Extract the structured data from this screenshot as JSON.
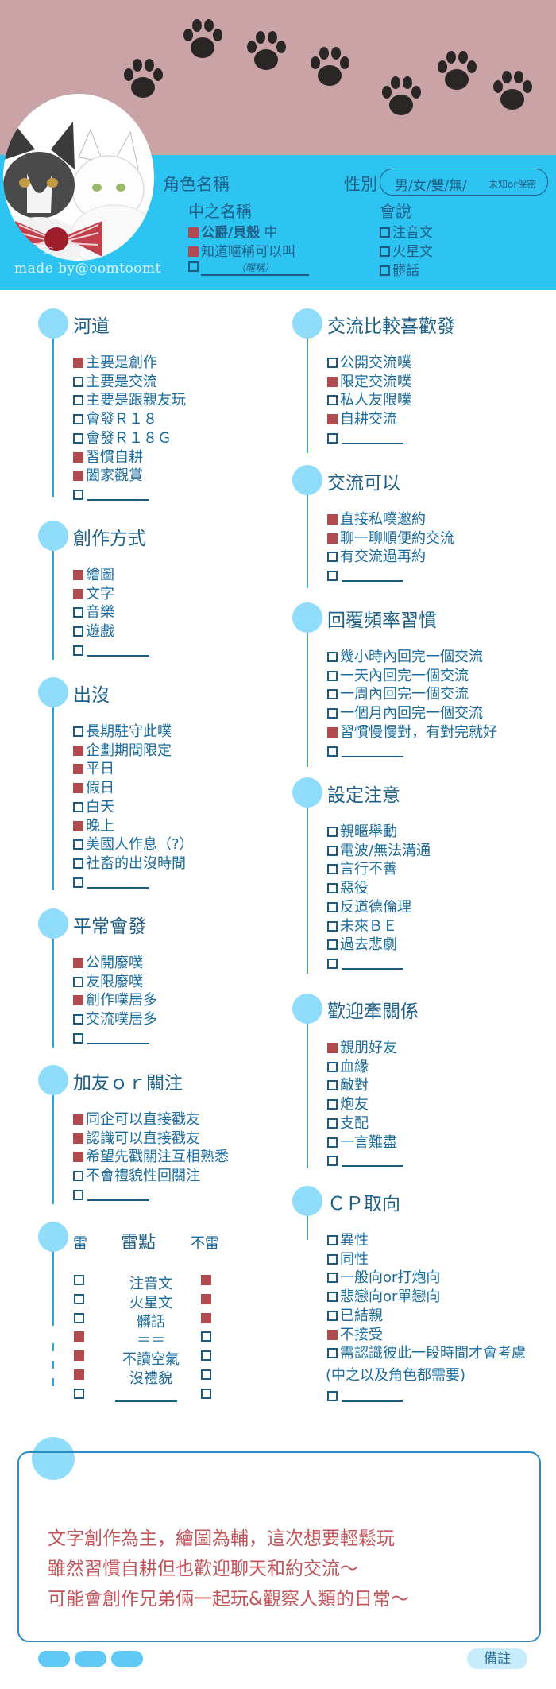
{
  "header": {
    "role_name_label": "角色名稱",
    "gender_label": "性別",
    "gender_options": "男/女/雙/無/",
    "gender_extra": "未知or保密",
    "nickname_label": "中之名稱",
    "nickname_opt1_bold": "公爵/貝殼",
    "nickname_opt1_suffix": "中",
    "nickname_opt2": "知道暱稱可以叫",
    "nickname_opt3_hint": "（暱稱）",
    "speak_label": "會說",
    "speak_opts": [
      "注音文",
      "火星文",
      "髒話"
    ],
    "made_by": "made by@oomtoomt",
    "made_by_fade": "is"
  },
  "left": {
    "river": {
      "title": "河道",
      "items": [
        {
          "label": "主要是創作",
          "checked": true
        },
        {
          "label": "主要是交流",
          "checked": false
        },
        {
          "label": "主要是跟親友玩",
          "checked": false
        },
        {
          "label": "會發Ｒ１８",
          "checked": false
        },
        {
          "label": "會發Ｒ１８Ｇ",
          "checked": false
        },
        {
          "label": "習慣自耕",
          "checked": true
        },
        {
          "label": "闔家觀賞",
          "checked": true
        },
        {
          "label": "",
          "checked": false
        }
      ]
    },
    "create": {
      "title": "創作方式",
      "items": [
        {
          "label": "繪圖",
          "checked": true
        },
        {
          "label": "文字",
          "checked": true
        },
        {
          "label": "音樂",
          "checked": false
        },
        {
          "label": "遊戲",
          "checked": false
        },
        {
          "label": "",
          "checked": false
        }
      ]
    },
    "appear": {
      "title": "出沒",
      "items": [
        {
          "label": "長期駐守此噗",
          "checked": false
        },
        {
          "label": "企劃期間限定",
          "checked": true
        },
        {
          "label": "平日",
          "checked": true
        },
        {
          "label": "假日",
          "checked": true
        },
        {
          "label": "白天",
          "checked": false
        },
        {
          "label": "晚上",
          "checked": true
        },
        {
          "label": "美國人作息（?）",
          "checked": false
        },
        {
          "label": "社畜的出沒時間",
          "checked": false
        },
        {
          "label": "",
          "checked": false
        }
      ]
    },
    "post": {
      "title": "平常會發",
      "items": [
        {
          "label": "公開廢噗",
          "checked": true
        },
        {
          "label": "友限廢噗",
          "checked": false
        },
        {
          "label": "創作噗居多",
          "checked": true
        },
        {
          "label": "交流噗居多",
          "checked": false
        },
        {
          "label": "",
          "checked": false
        }
      ]
    },
    "follow": {
      "title": "加友ｏｒ關注",
      "items": [
        {
          "label": "同企可以直接戳友",
          "checked": true
        },
        {
          "label": "認識可以直接戳友",
          "checked": true
        },
        {
          "label": "希望先戳關注互相熟悉",
          "checked": true
        },
        {
          "label": "不會禮貌性回關注",
          "checked": false
        },
        {
          "label": "",
          "checked": false
        }
      ]
    },
    "mines": {
      "left_head": "雷",
      "title": "雷點",
      "right_head": "不雷",
      "rows": [
        {
          "label": "注音文",
          "lei": false,
          "not_lei": true
        },
        {
          "label": "火星文",
          "lei": false,
          "not_lei": true
        },
        {
          "label": "髒話",
          "lei": false,
          "not_lei": true
        },
        {
          "label": "＝＝",
          "lei": true,
          "not_lei": false
        },
        {
          "label": "不讀空氣",
          "lei": true,
          "not_lei": false
        },
        {
          "label": "沒禮貌",
          "lei": true,
          "not_lei": false
        },
        {
          "label": "",
          "lei": false,
          "not_lei": false
        }
      ]
    }
  },
  "right": {
    "prefer": {
      "title": "交流比較喜歡發",
      "items": [
        {
          "label": "公開交流噗",
          "checked": false
        },
        {
          "label": "限定交流噗",
          "checked": true
        },
        {
          "label": "私人友限噗",
          "checked": false
        },
        {
          "label": "自耕交流",
          "checked": true
        },
        {
          "label": "",
          "checked": false
        }
      ]
    },
    "ok": {
      "title": "交流可以",
      "items": [
        {
          "label": "直接私噗邀約",
          "checked": true
        },
        {
          "label": "聊一聊順便約交流",
          "checked": true
        },
        {
          "label": "有交流過再約",
          "checked": false
        },
        {
          "label": "",
          "checked": false
        }
      ]
    },
    "reply": {
      "title": "回覆頻率習慣",
      "items": [
        {
          "label": "幾小時內回完一個交流",
          "checked": false
        },
        {
          "label": "一天內回完一個交流",
          "checked": false
        },
        {
          "label": "一周內回完一個交流",
          "checked": false
        },
        {
          "label": "一個月內回完一個交流",
          "checked": false
        },
        {
          "label": "習慣慢慢對，有對完就好",
          "checked": true
        },
        {
          "label": "",
          "checked": false
        }
      ]
    },
    "setting": {
      "title": "設定注意",
      "items": [
        {
          "label": "親暱舉動",
          "checked": false
        },
        {
          "label": "電波/無法溝通",
          "checked": false
        },
        {
          "label": "言行不善",
          "checked": false
        },
        {
          "label": "惡役",
          "checked": false
        },
        {
          "label": "反道德倫理",
          "checked": false
        },
        {
          "label": "未來ＢＥ",
          "checked": false
        },
        {
          "label": "過去悲劇",
          "checked": false
        },
        {
          "label": "",
          "checked": false
        }
      ]
    },
    "relation": {
      "title": "歡迎牽關係",
      "items": [
        {
          "label": "親朋好友",
          "checked": true
        },
        {
          "label": "血緣",
          "checked": false
        },
        {
          "label": "敵對",
          "checked": false
        },
        {
          "label": "炮友",
          "checked": false
        },
        {
          "label": "支配",
          "checked": false
        },
        {
          "label": "一言難盡",
          "checked": false
        },
        {
          "label": "",
          "checked": false
        }
      ]
    },
    "cp": {
      "title": "ＣＰ取向",
      "items": [
        {
          "label": "異性",
          "checked": false
        },
        {
          "label": "同性",
          "checked": false
        },
        {
          "label": "一般向or打炮向",
          "checked": false
        },
        {
          "label": "悲戀向or單戀向",
          "checked": false
        },
        {
          "label": "已結親",
          "checked": false
        },
        {
          "label": "不接受",
          "checked": true
        },
        {
          "label": "需認識彼此一段時間才會考慮",
          "checked": false
        },
        {
          "label": "",
          "checked": false
        }
      ],
      "cp_note": "(中之以及角色都需要)"
    }
  },
  "note": {
    "lines": [
      "文字創作為主，繪圖為輔，這次想要輕鬆玩",
      "雖然習慣自耕但也歡迎聊天和約交流～",
      "可能會創作兄弟倆一起玩&觀察人類的日常～"
    ],
    "label": "備註"
  },
  "colors": {
    "header_top": "#c9a3a6",
    "header_band": "#2ec4f2",
    "checked": "#b04a4e",
    "accent": "#2aa5d8",
    "note_text": "#c2545a"
  }
}
